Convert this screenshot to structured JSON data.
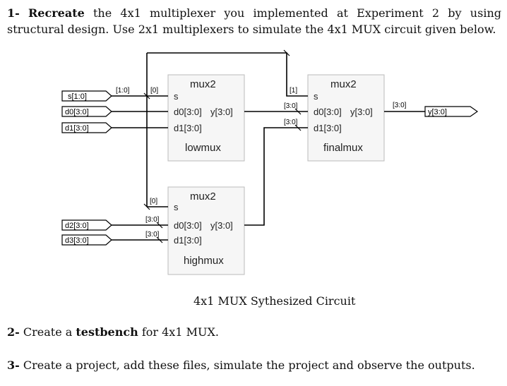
{
  "q1": {
    "num": "1-",
    "bold": "Recreate",
    "text": "the 4x1 multiplexer you implemented at Experiment 2 by using structural design. Use 2x1 multiplexers to simulate the 4x1 MUX circuit given below."
  },
  "q2": {
    "num": "2-",
    "pre": "Create a",
    "bold": "testbench",
    "post": "for 4x1 MUX."
  },
  "q3": {
    "num": "3-",
    "text": "Create a project, add these files, simulate the project and observe the outputs."
  },
  "diagram": {
    "caption": "4x1 MUX Sythesized Circuit",
    "inputs": {
      "s": "s[1:0]",
      "d0": "d0[3:0]",
      "d1": "d1[3:0]",
      "d2": "d2[3:0]",
      "d3": "d3[3:0]"
    },
    "output": "y[3:0]",
    "bus_labels": {
      "s_bus": "[1:0]",
      "bit0_top": "[0]",
      "bit0_bottom": "[0]",
      "bit1": "[1]",
      "range_a": "[3:0]",
      "range_b": "[3:0]",
      "range_c": "[3:0]",
      "range_d": "[3:0]",
      "range_out": "[3:0]"
    },
    "blocks": {
      "lowmux": {
        "type": "mux2",
        "name": "lowmux",
        "s": "s",
        "d0": "d0[3:0]",
        "d1": "d1[3:0]",
        "y": "y[3:0]"
      },
      "highmux": {
        "type": "mux2",
        "name": "highmux",
        "s": "s",
        "d0": "d0[3:0]",
        "d1": "d1[3:0]",
        "y": "y[3:0]"
      },
      "finalmux": {
        "type": "mux2",
        "name": "finalmux",
        "s": "s",
        "d0": "d0[3:0]",
        "d1": "d1[3:0]",
        "y": "y[3:0]"
      }
    }
  }
}
